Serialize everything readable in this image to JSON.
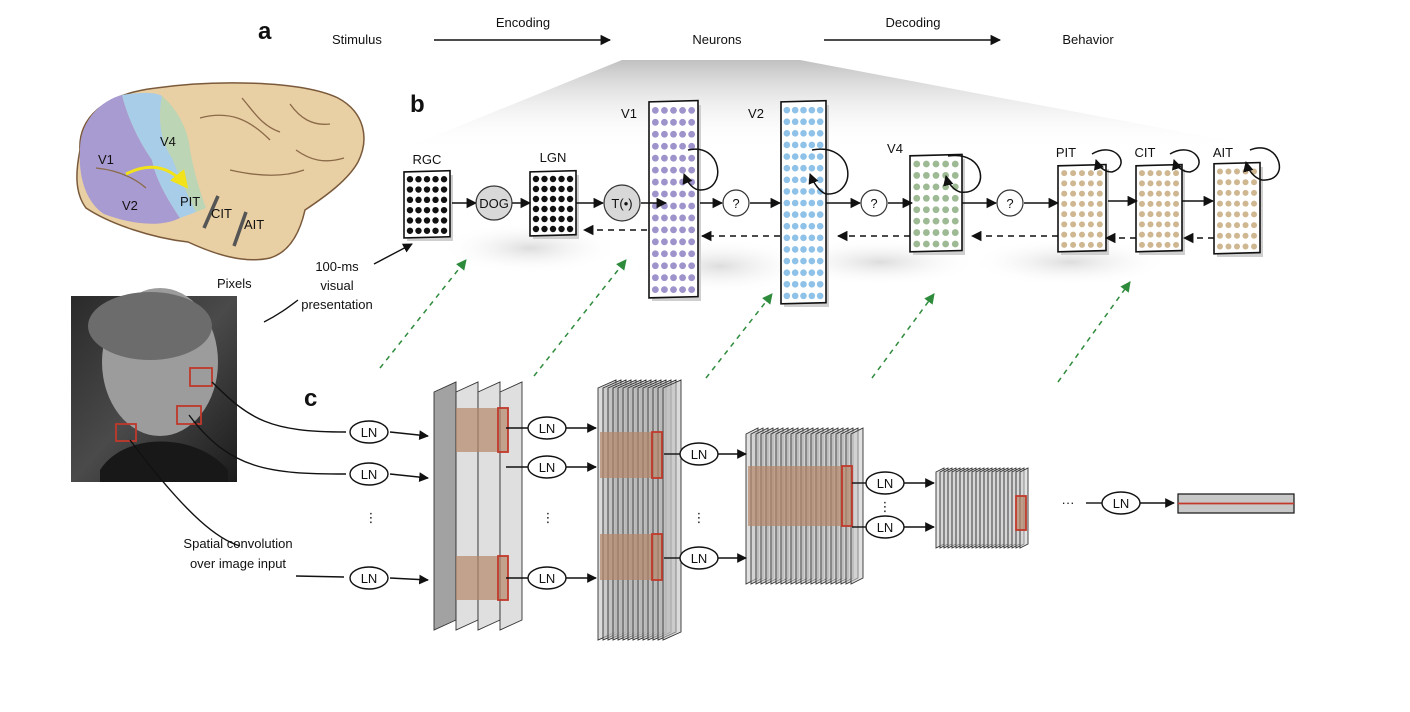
{
  "panels": {
    "a": "a",
    "b": "b",
    "c": "c"
  },
  "pipeline": {
    "stimulus": "Stimulus",
    "encoding": "Encoding",
    "neurons": "Neurons",
    "decoding": "Decoding",
    "behavior": "Behavior"
  },
  "brain": {
    "v1": "V1",
    "v2": "V2",
    "v4": "V4",
    "pit": "PIT",
    "cit": "CIT",
    "ait": "AIT"
  },
  "stages": {
    "rgc": "RGC",
    "lgn": "LGN",
    "v1": "V1",
    "v2": "V2",
    "v4": "V4",
    "pit": "PIT",
    "cit": "CIT",
    "ait": "AIT",
    "dog": "DOG",
    "threshold": "T(•)",
    "unknown": "?"
  },
  "stimulus_labels": {
    "pixels": "Pixels",
    "presentation_1": "100-ms",
    "presentation_2": "visual",
    "presentation_3": "presentation",
    "convolution_1": "Spatial convolution",
    "convolution_2": "over image input"
  },
  "cnn": {
    "ln": "LN",
    "vdots": "⋮",
    "hdots": "···"
  },
  "colors": {
    "v1": "#9f93cc",
    "v2": "#8fc2e8",
    "v4": "#9dba94",
    "it": "#cfb791",
    "feedforward": "#111111",
    "green_dashed": "#2e8b3c",
    "rf_box": "#c0392b",
    "brain_tan": "#e9cfa4",
    "brain_purple": "#a89bd1",
    "brain_blue": "#a7cde9",
    "brain_green": "#bcd5b4"
  }
}
